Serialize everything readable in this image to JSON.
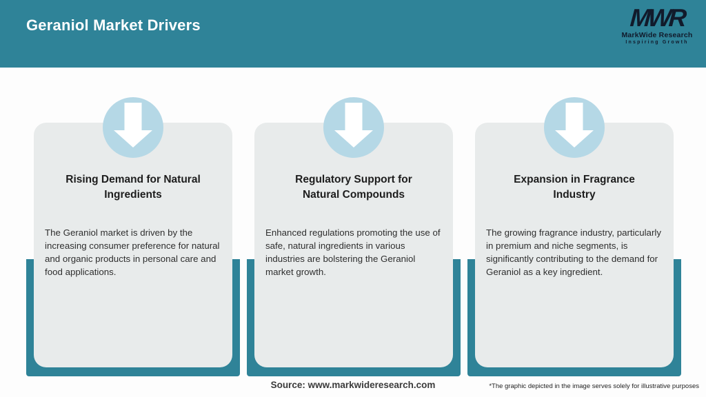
{
  "header": {
    "title": "Geraniol Market Drivers"
  },
  "logo": {
    "mark": "MWR",
    "name": "MarkWide Research",
    "tagline": "Inspiring Growth"
  },
  "cards": [
    {
      "title": "Rising Demand for Natural\nIngredients",
      "description": "The Geraniol market is driven by the increasing consumer preference for natural and organic products in personal care and food applications."
    },
    {
      "title": "Regulatory Support for\nNatural Compounds",
      "description": "Enhanced regulations promoting the use of safe, natural ingredients in various industries are bolstering the Geraniol market growth."
    },
    {
      "title": "Expansion in Fragrance\nIndustry",
      "description": "The growing fragrance industry, particularly in premium and niche segments, is significantly contributing to the demand for Geraniol as a key ingredient."
    }
  ],
  "footer": {
    "source": "Source: www.markwideresearch.com",
    "disclaimer": "*The graphic depicted in the image serves solely for illustrative purposes"
  },
  "colors": {
    "accent_teal": "#2F8398",
    "arrow_circle_blue": "#B5D8E6",
    "card_background": "#E8EBEB",
    "page_background": "#FDFDFD",
    "header_text": "#FFFFFF",
    "logo_text": "#111A2B",
    "title_text": "#1D1D1D",
    "body_text": "#2E2E2E"
  }
}
